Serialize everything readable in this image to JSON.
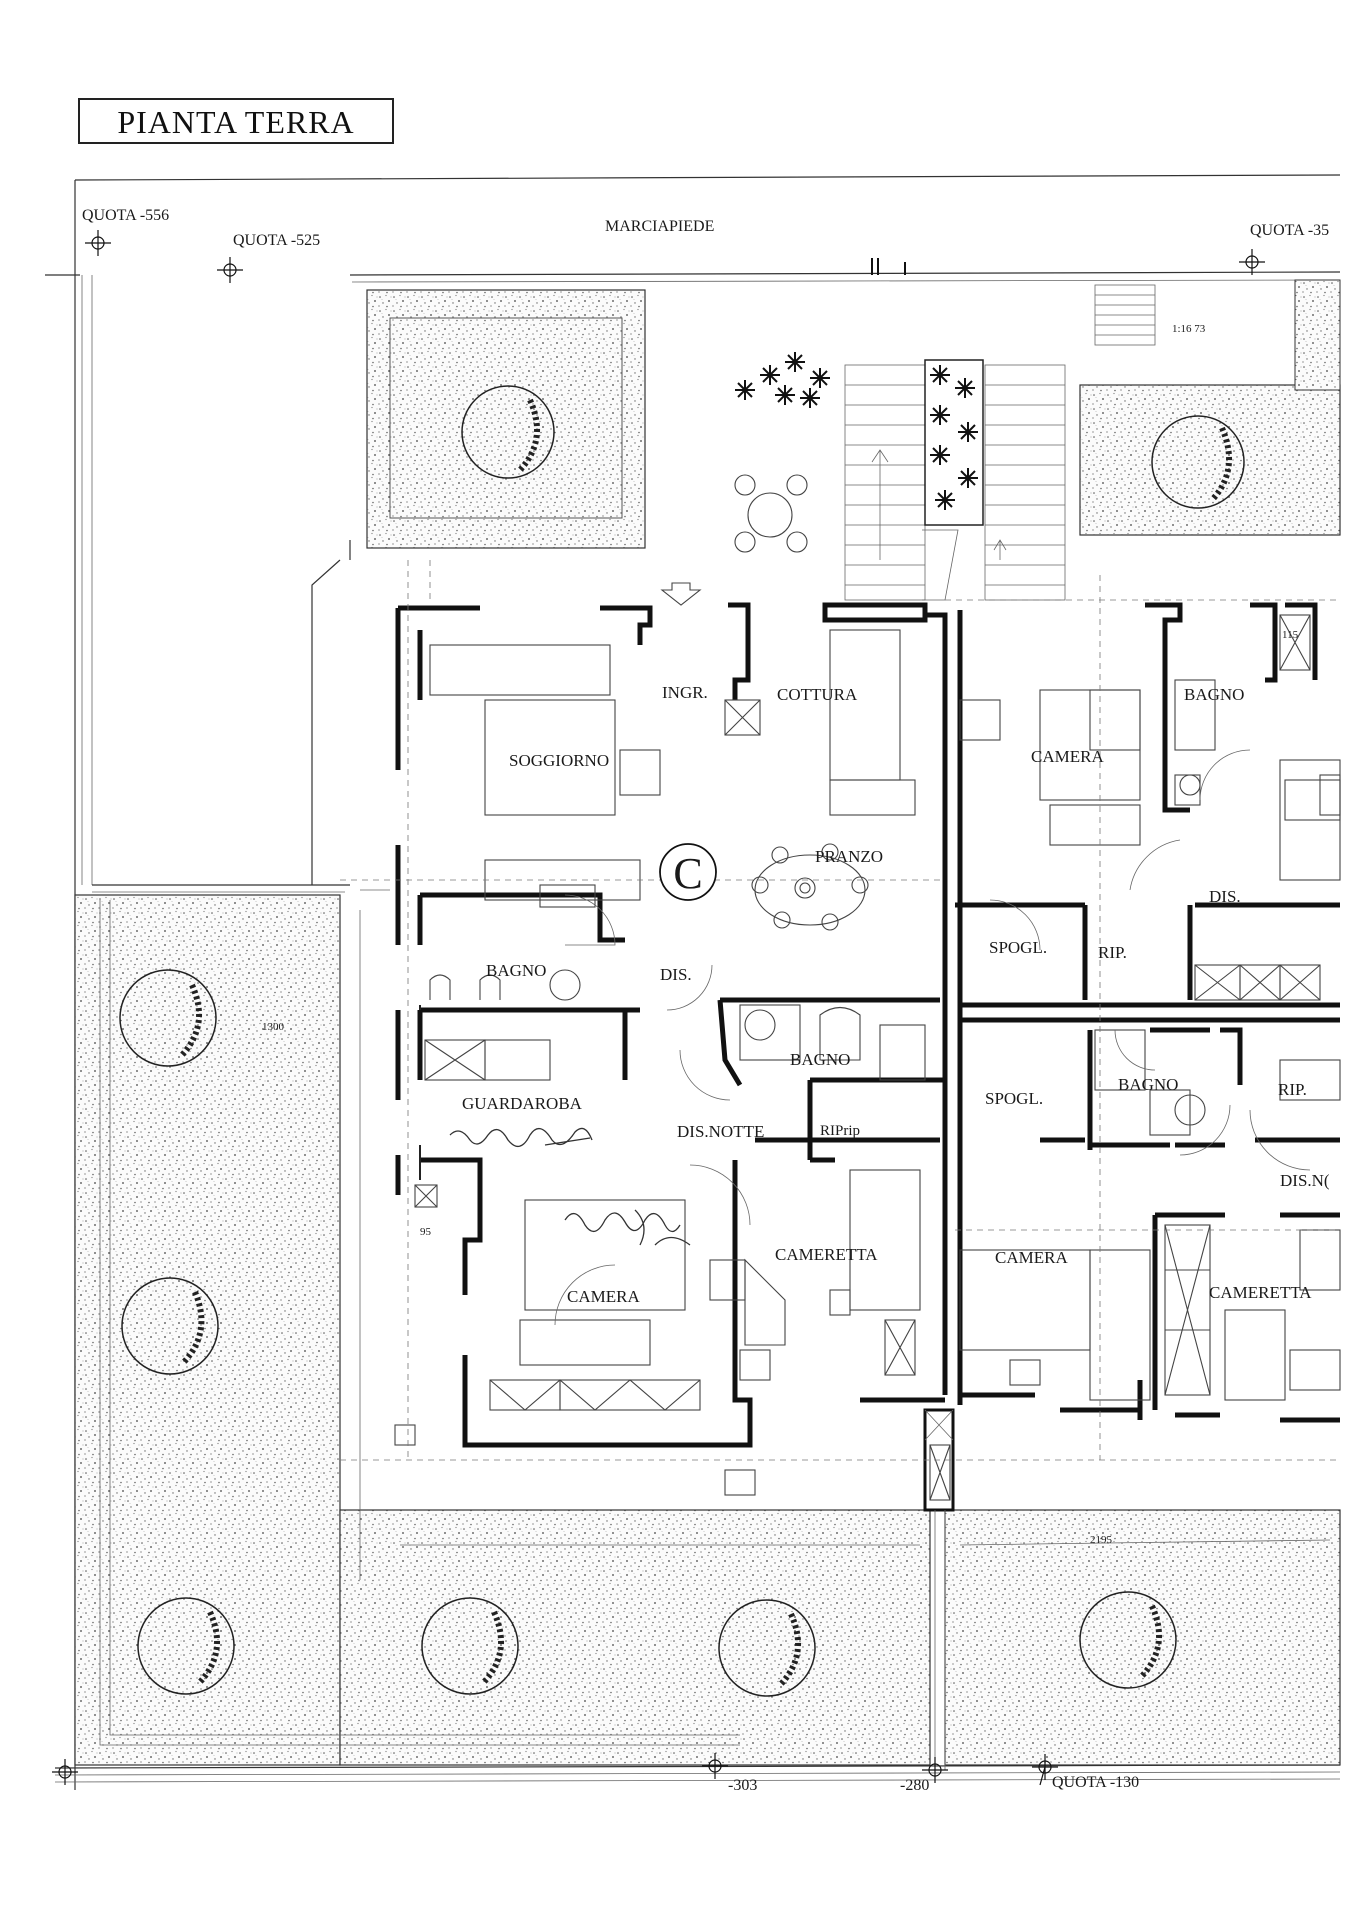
{
  "title": "PIANTA TERRA",
  "unit_letter": "C",
  "street": "MARCIAPIEDE",
  "quota": {
    "q556": "QUOTA -556",
    "q525": "QUOTA -525",
    "q35": "QUOTA -35",
    "q130": "QUOTA -130",
    "q303": "-303",
    "q280": "-280"
  },
  "rooms": {
    "ingr": "INGR.",
    "cottura": "COTTURA",
    "soggiorno": "SOGGIORNO",
    "pranzo": "PRANZO",
    "bagno1": "BAGNO",
    "dis1": "DIS.",
    "bagno2": "BAGNO",
    "guardaroba": "GUARDAROBA",
    "dis_notte": "DIS.NOTTE",
    "rip_rip": "RIPrip",
    "camera1": "CAMERA",
    "cameretta1": "CAMERETTA",
    "r_camera_top": "CAMERA",
    "r_bagno_top": "BAGNO",
    "r_dis": "DIS.",
    "r_spogl1": "SPOGL.",
    "r_rip1": "RIP.",
    "r_spogl2": "SPOGL.",
    "r_bagno2": "BAGNO",
    "r_rip2": "RIP.",
    "r_dis_notte": "DIS.N(",
    "r_camera2": "CAMERA",
    "r_cameretta": "CAMERETTA"
  },
  "dims": {
    "d115": "115",
    "d95": "95",
    "d1300": "1300",
    "d2195": "2195",
    "stair": "1:16 73"
  },
  "colors": {
    "ink": "#111111",
    "paper": "#ffffff"
  }
}
